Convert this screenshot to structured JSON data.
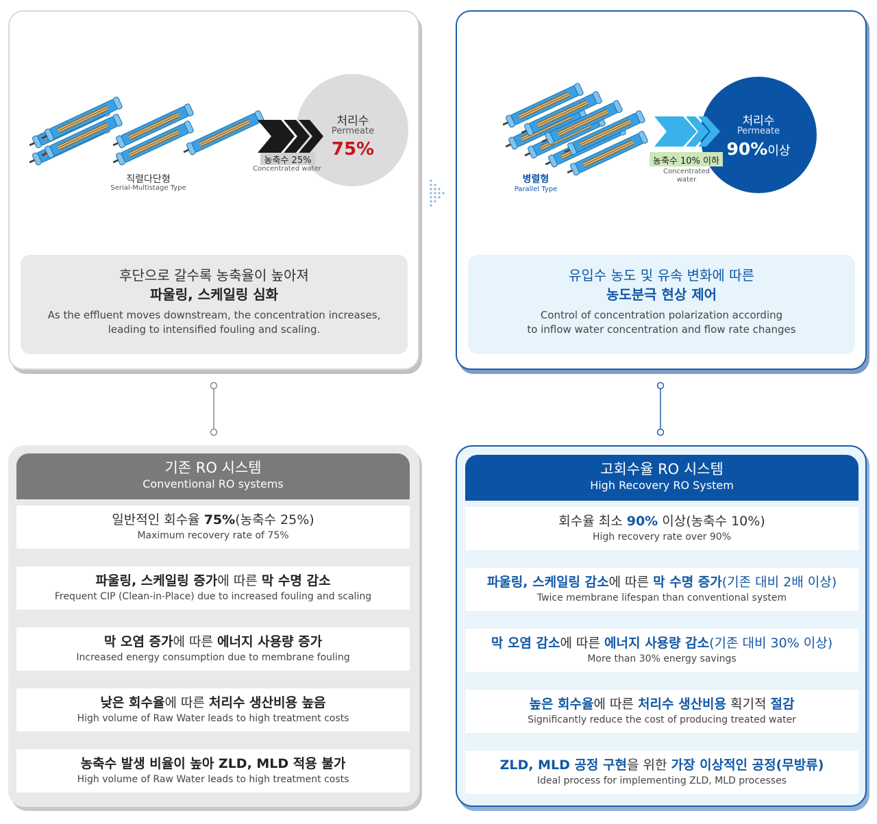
{
  "colors": {
    "accent_blue": "#0b54a5",
    "accent_red": "#c4161c",
    "gray_header": "#7a7a7a",
    "membrane_blue": "#3ba0e3"
  },
  "conventional_diagram": {
    "type_ko": "직렬다단형",
    "type_en": "Serial-Multistage Type",
    "permeate_ko": "처리수",
    "permeate_en": "Permeate",
    "permeate_pct": "75%",
    "concentrate_ko": "농축수 25%",
    "concentrate_en": "Concentrated water",
    "desc_ko_line1": "후단으로 갈수록 농축율이 높아져",
    "desc_ko_line2": "파울링, 스케일링 심화",
    "desc_en_line1": "As the effluent moves downstream, the concentration increases,",
    "desc_en_line2": "leading to intensified fouling and scaling."
  },
  "high_recovery_diagram": {
    "type_ko": "병렬형",
    "type_en": "Parallel Type",
    "permeate_ko": "처리수",
    "permeate_en": "Permeate",
    "permeate_pct": "90%",
    "permeate_suffix": "이상",
    "concentrate_ko": "농축수 10% 이하",
    "concentrate_en_line1": "Concentrated",
    "concentrate_en_line2": "water",
    "desc_ko_line1": "유입수 농도 및 유속 변화에 따른",
    "desc_ko_line2": "농도분극 현상 제어",
    "desc_en_line1": "Control of concentration polarization according",
    "desc_en_line2": "to inflow water concentration and flow rate changes"
  },
  "conventional": {
    "title_ko": "기존 RO 시스템",
    "title_en": "Conventional RO systems",
    "rows": [
      {
        "parts": [
          [
            "일반적인 회수율 ",
            ""
          ],
          [
            "75%",
            "b"
          ],
          [
            "(농축수 25%)",
            ""
          ]
        ],
        "en": "Maximum recovery rate of 75%"
      },
      {
        "parts": [
          [
            "파울링, 스케일링 증가",
            "b"
          ],
          [
            "에 따른 ",
            ""
          ],
          [
            "막 수명 감소",
            "b"
          ]
        ],
        "en": "Frequent CIP (Clean-in-Place) due to increased fouling and scaling"
      },
      {
        "parts": [
          [
            "막 오염 증가",
            "b"
          ],
          [
            "에 따른 ",
            ""
          ],
          [
            "에너지 사용량 증가",
            "b"
          ]
        ],
        "en": "Increased energy consumption due to membrane fouling"
      },
      {
        "parts": [
          [
            "낮은 회수율",
            "b"
          ],
          [
            "에 따른 ",
            ""
          ],
          [
            "처리수 생산비용 높음",
            "b"
          ]
        ],
        "en": "High volume of Raw Water leads to high treatment costs"
      },
      {
        "parts": [
          [
            "농축수 발생 비율이 높아 ZLD, MLD 적용 불가",
            "b"
          ]
        ],
        "en": "High volume of Raw Water leads to high treatment costs"
      }
    ]
  },
  "high_recovery": {
    "title_ko": "고회수율 RO 시스템",
    "title_en": "High Recovery RO System",
    "rows": [
      {
        "parts": [
          [
            "회수율 최소 ",
            ""
          ],
          [
            "90%",
            "blue"
          ],
          [
            " 이상(농축수 10%)",
            ""
          ]
        ],
        "en": "High recovery rate over 90%"
      },
      {
        "parts": [
          [
            "파울링, 스케일링 감소",
            "blue"
          ],
          [
            "에 따른 ",
            ""
          ],
          [
            "막 수명 증가",
            "blue"
          ],
          [
            "(기존 대비 2배 이상)",
            "bp"
          ]
        ],
        "en": "Twice membrane lifespan than conventional system"
      },
      {
        "parts": [
          [
            "막 오염 감소",
            "blue"
          ],
          [
            "에 따른 ",
            ""
          ],
          [
            "에너지 사용량 감소",
            "blue"
          ],
          [
            "(기존 대비 30% 이상)",
            "bp"
          ]
        ],
        "en": "More than 30% energy savings"
      },
      {
        "parts": [
          [
            "높은 회수율",
            "blue"
          ],
          [
            "에 따른 ",
            ""
          ],
          [
            "처리수 생산비용",
            "blue"
          ],
          [
            " 획기적 ",
            ""
          ],
          [
            "절감",
            "blue"
          ]
        ],
        "en": "Significantly reduce the cost of producing treated water"
      },
      {
        "parts": [
          [
            "ZLD, MLD 공정 구현",
            "blue"
          ],
          [
            "을 위한 ",
            ""
          ],
          [
            "가장 이상적인 공정(무방류)",
            "blue"
          ]
        ],
        "en": "Ideal process for implementing ZLD, MLD processes"
      }
    ]
  }
}
